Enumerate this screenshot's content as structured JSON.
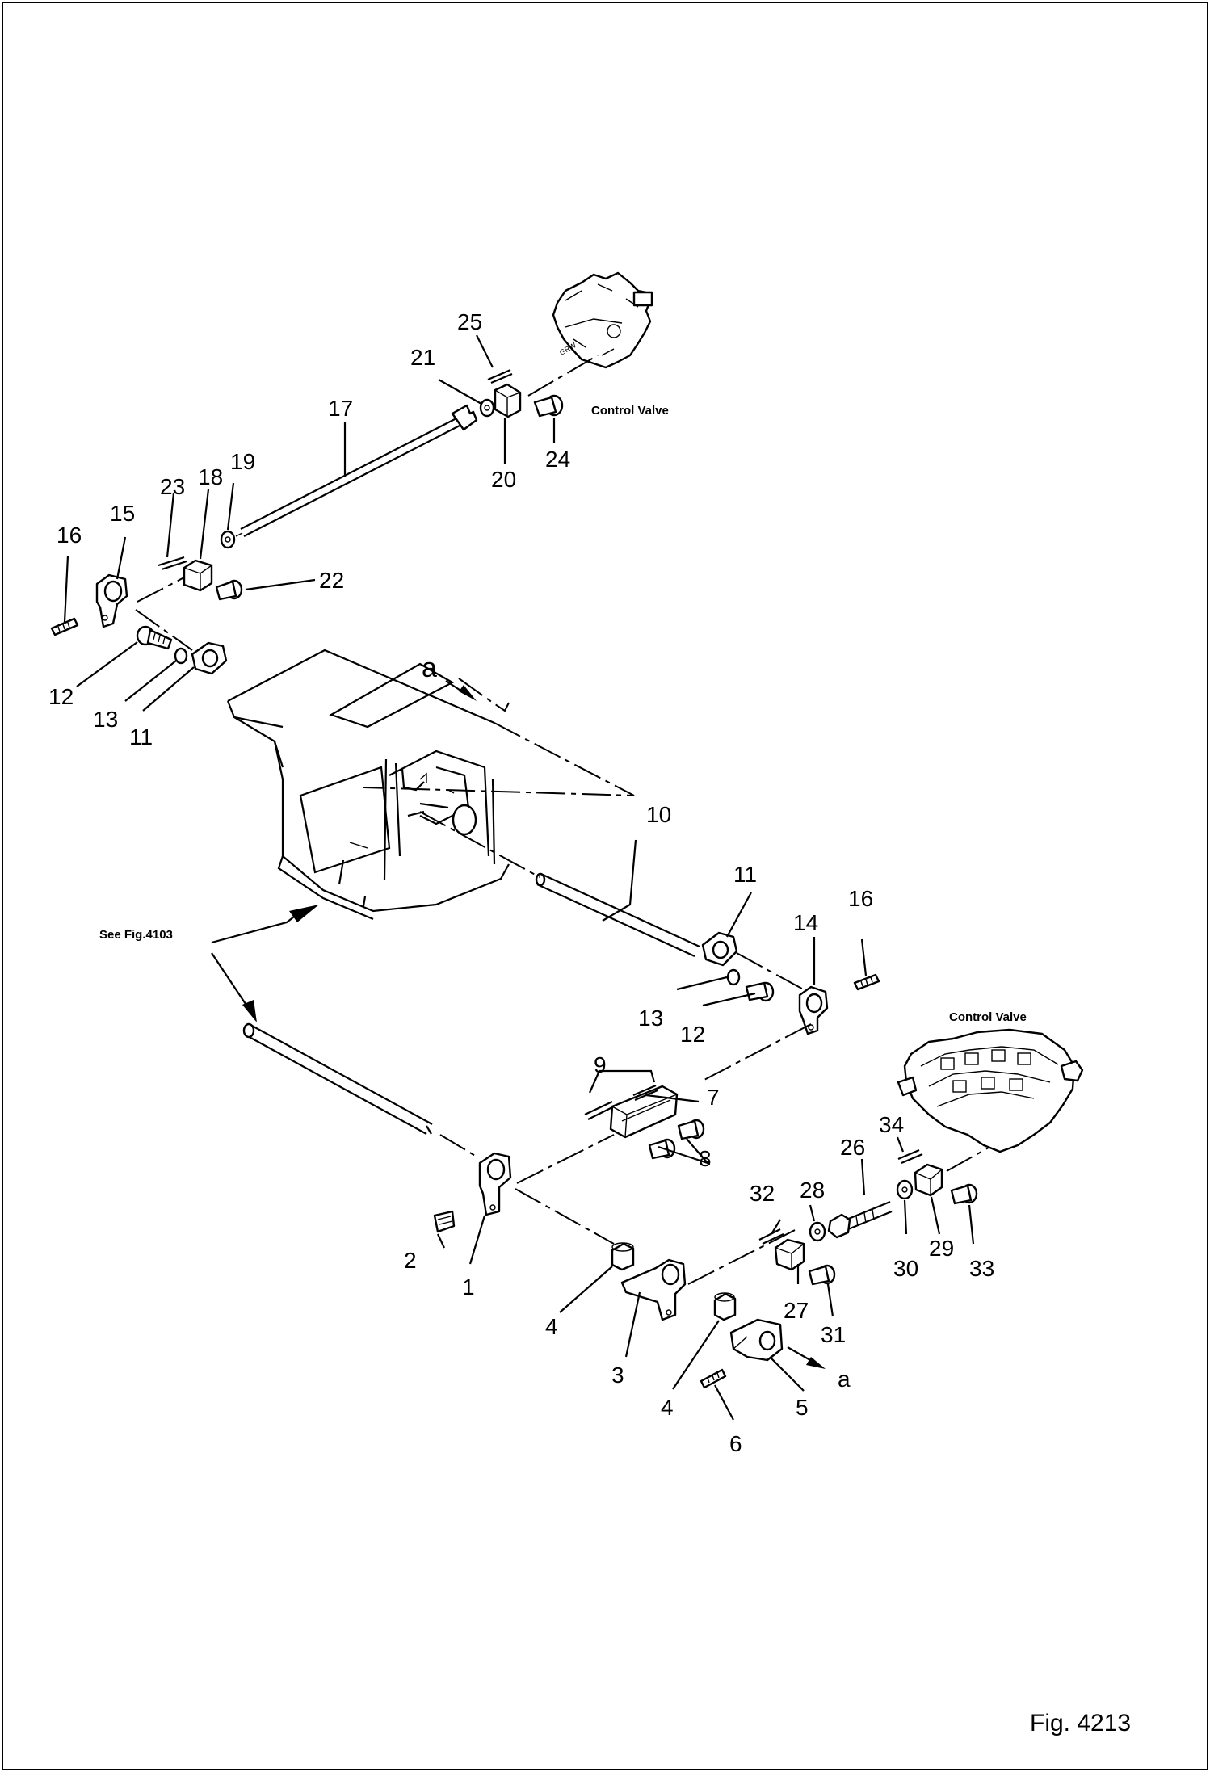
{
  "figure_label": "Fig. 4213",
  "see_fig_label": "See Fig.4103",
  "control_valve_top": "Control Valve",
  "control_valve_bottom": "Control Valve",
  "arrow_label_top": "a",
  "arrow_label_bottom": "a",
  "numbers": {
    "n1": "1",
    "n2": "2",
    "n3": "3",
    "n4a": "4",
    "n4b": "4",
    "n5": "5",
    "n6": "6",
    "n7": "7",
    "n8": "8",
    "n9": "9",
    "n10": "10",
    "n11a": "11",
    "n11b": "11",
    "n12a": "12",
    "n12b": "12",
    "n13a": "13",
    "n13b": "13",
    "n14": "14",
    "n15": "15",
    "n16a": "16",
    "n16b": "16",
    "n17": "17",
    "n18": "18",
    "n19": "19",
    "n20": "20",
    "n21": "21",
    "n22": "22",
    "n23": "23",
    "n24": "24",
    "n25": "25",
    "n26": "26",
    "n27": "27",
    "n28": "28",
    "n29": "29",
    "n30": "30",
    "n31": "31",
    "n32": "32",
    "n33": "33",
    "n34": "34"
  }
}
